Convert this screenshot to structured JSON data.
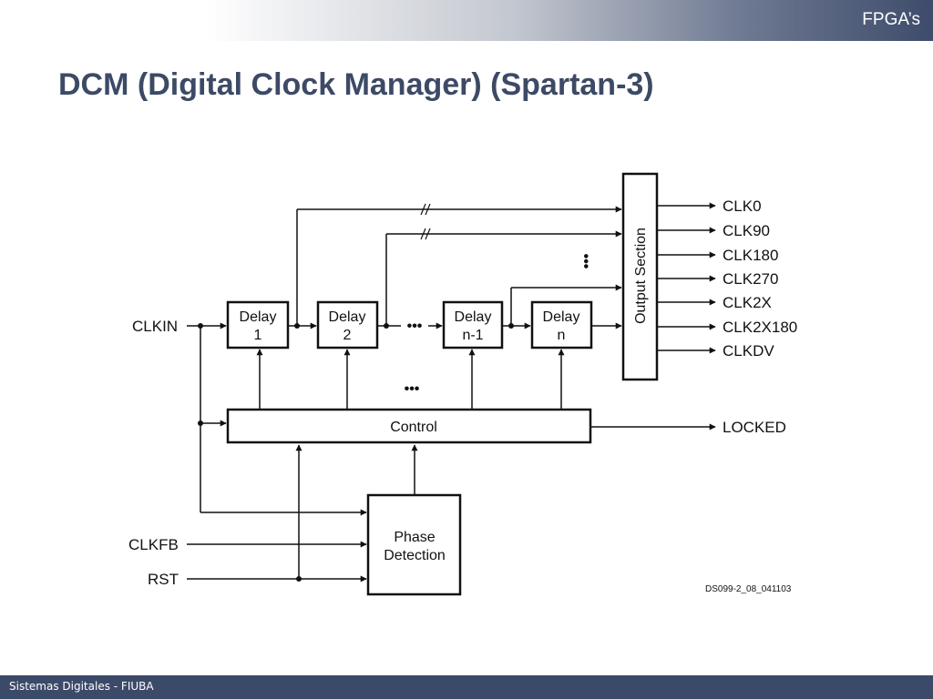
{
  "header": {
    "section": "FPGA’s"
  },
  "slide": {
    "title": "DCM (Digital Clock Manager) (Spartan-3)"
  },
  "footer": {
    "text": "Sistemas Digitales - FIUBA"
  },
  "diagram": {
    "inputs": {
      "clkin": "CLKIN",
      "clkfb": "CLKFB",
      "rst": "RST"
    },
    "delays": [
      {
        "line1": "Delay",
        "line2": "1"
      },
      {
        "line1": "Delay",
        "line2": "2"
      },
      {
        "line1": "Delay",
        "line2": "n-1"
      },
      {
        "line1": "Delay",
        "line2": "n"
      }
    ],
    "ellipsis": "•••",
    "control": "Control",
    "phase": {
      "line1": "Phase",
      "line2": "Detection"
    },
    "output_section": "Output Section",
    "outputs": [
      "CLK0",
      "CLK90",
      "CLK180",
      "CLK270",
      "CLK2X",
      "CLK2X180",
      "CLKDV"
    ],
    "locked": "LOCKED",
    "figure_id": "DS099-2_08_041103"
  },
  "colors": {
    "title": "#3d4a66",
    "bar": "#3c4a69",
    "line": "#111111"
  }
}
